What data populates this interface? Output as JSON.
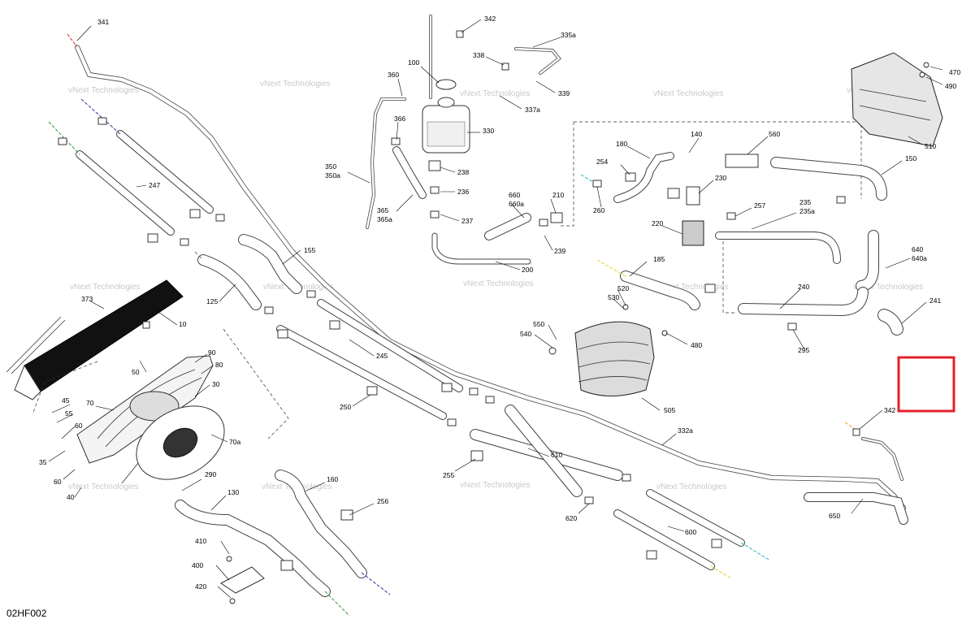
{
  "diagram_code": "02HF002",
  "watermark": "vNext Technologies",
  "highlight_color": "#e3202a",
  "labels": {
    "l341": "341",
    "l342a": "342",
    "l335a": "335a",
    "l338": "338",
    "l339": "339",
    "l337a": "337a",
    "l100": "100",
    "l360": "360",
    "l330": "330",
    "l366": "366",
    "l238": "238",
    "l236": "236",
    "l237": "237",
    "l350": "350",
    "l350a": "350a",
    "l365": "365",
    "l365a": "365a",
    "l660": "660",
    "l660a": "660a",
    "l210": "210",
    "l239": "239",
    "l200": "200",
    "l180": "180",
    "l140": "140",
    "l560": "560",
    "l254": "254",
    "l230": "230",
    "l150": "150",
    "l260": "260",
    "l257": "257",
    "l235": "235",
    "l235a": "235a",
    "l220": "220",
    "l640": "640",
    "l640a": "640a",
    "l470": "470",
    "l490": "490",
    "l510": "510",
    "l185": "185",
    "l240": "240",
    "l241": "241",
    "l295": "295",
    "l520": "520",
    "l530": "530",
    "l550": "550",
    "l540": "540",
    "l480": "480",
    "l505": "505",
    "l342b": "342",
    "l247": "247",
    "l155": "155",
    "l125": "125",
    "l373": "373",
    "l10": "10",
    "l245": "245",
    "l90": "90",
    "l80": "80",
    "l50": "50",
    "l30": "30",
    "l45": "45",
    "l55": "55",
    "l70": "70",
    "l60a": "60",
    "l35": "35",
    "l70a": "70a",
    "l250": "250",
    "l60b": "60",
    "l40": "40",
    "l290": "290",
    "l130": "130",
    "l160": "160",
    "l256": "256",
    "l255": "255",
    "l610": "610",
    "l332a": "332a",
    "l620": "620",
    "l600": "600",
    "l650": "650",
    "l410": "410",
    "l400": "400",
    "l420": "420"
  }
}
